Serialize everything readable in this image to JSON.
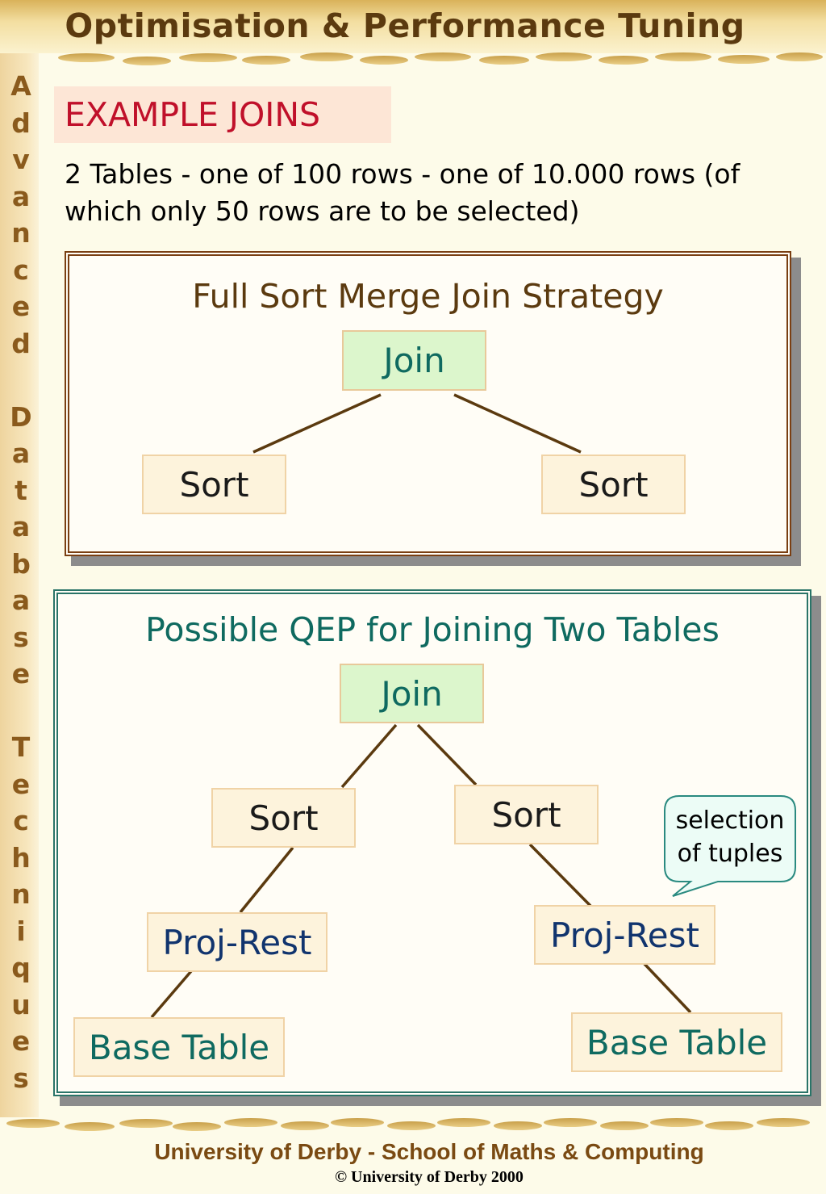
{
  "header": {
    "title": "Optimisation & Performance Tuning"
  },
  "sidebar": {
    "vertical_text": "Advanced Database Techniques"
  },
  "content": {
    "heading": "EXAMPLE JOINS",
    "intro": "2 Tables - one of 100 rows - one of 10.000 rows (of which only 50 rows are to be selected)"
  },
  "diagram1": {
    "title": "Full Sort Merge Join Strategy",
    "join": "Join",
    "sort_left": "Sort",
    "sort_right": "Sort"
  },
  "diagram2": {
    "title": "Possible QEP for Joining Two Tables",
    "join": "Join",
    "sort_left": "Sort",
    "sort_right": "Sort",
    "proj_left": "Proj-Rest",
    "proj_right": "Proj-Rest",
    "base_left": "Base Table",
    "base_right": "Base Table",
    "callout": "selection of tuples"
  },
  "footer": {
    "line1": "University of Derby  - School of Maths & Computing",
    "line2": "© University of Derby 2000"
  },
  "colors": {
    "title": "#5b3a0f",
    "heading": "#c0102a",
    "panel1_border": "#7a3f12",
    "panel2_border": "#2a7468",
    "join_fill": "#dcf6cc",
    "node_fill": "#fdf3dc"
  }
}
